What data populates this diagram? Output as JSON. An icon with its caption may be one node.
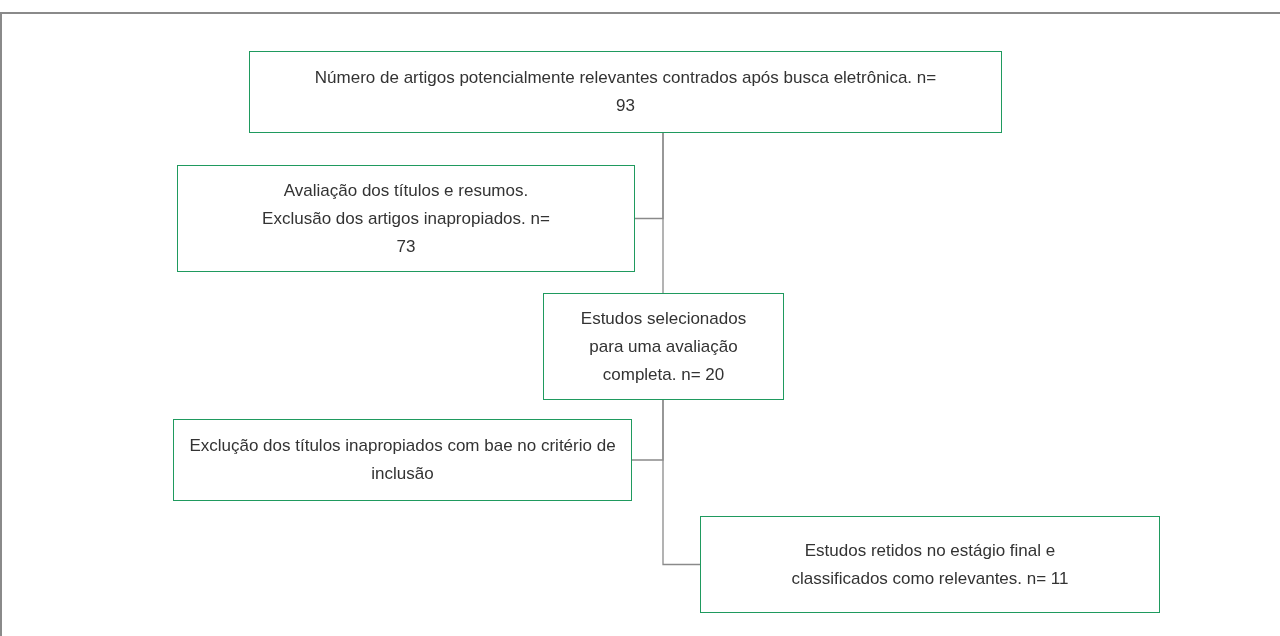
{
  "diagram": {
    "nodes": [
      {
        "text": [
          "Número de artigos potencialmente relevantes contrados após busca eletrônica. n= 93"
        ]
      },
      {
        "text": [
          "Avaliação dos títulos e resumos. Exclusão dos artigos inapropiados. n= 73"
        ]
      },
      {
        "text": [
          "Estudos selecionados para uma avaliação completa. n= 20"
        ]
      },
      {
        "text": [
          "Exclução dos títulos inapropiados com bae no critério de inclusão"
        ]
      },
      {
        "text": [
          "Estudos retidos no estágio final e classificados como relevantes. n= 11"
        ]
      }
    ],
    "edges": [
      {
        "from": 0,
        "to": 1,
        "arrow": "none"
      },
      {
        "from": 0,
        "to": 2,
        "arrow": "none"
      },
      {
        "from": 2,
        "to": 3,
        "arrow": "none"
      },
      {
        "from": 2,
        "to": 4,
        "arrow": "none"
      }
    ]
  }
}
